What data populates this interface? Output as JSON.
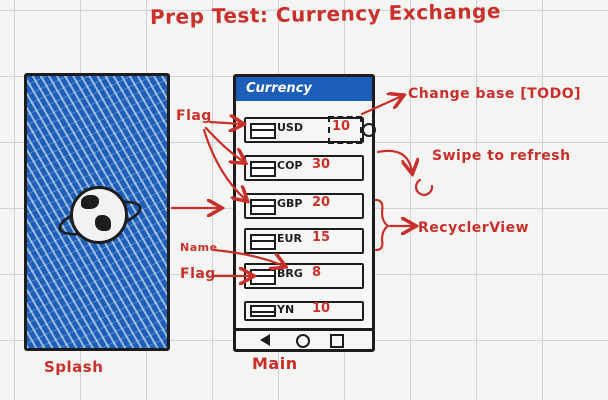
{
  "title": "Prep Test: Currency Exchange",
  "screens": {
    "splash_label": "Splash",
    "main_label": "Main",
    "main_appbar_title": "Currency"
  },
  "annotations": {
    "flag_top": "Flag",
    "change_base": "Change base [TODO]",
    "swipe_refresh": "Swipe to refresh",
    "recycler_view": "RecyclerView",
    "name": "Name",
    "flag_bottom": "Flag"
  },
  "rows": [
    {
      "code": "USD",
      "amount": "10"
    },
    {
      "code": "COP",
      "amount": "30"
    },
    {
      "code": "GBP",
      "amount": "20"
    },
    {
      "code": "EUR",
      "amount": "15"
    },
    {
      "code": "BRG",
      "amount": "8"
    },
    {
      "code": "YN",
      "amount": "10"
    }
  ],
  "colors": {
    "marker_red": "#c9302b",
    "marker_black": "#1d1d1d",
    "splash_blue": "#1d5fb8"
  }
}
